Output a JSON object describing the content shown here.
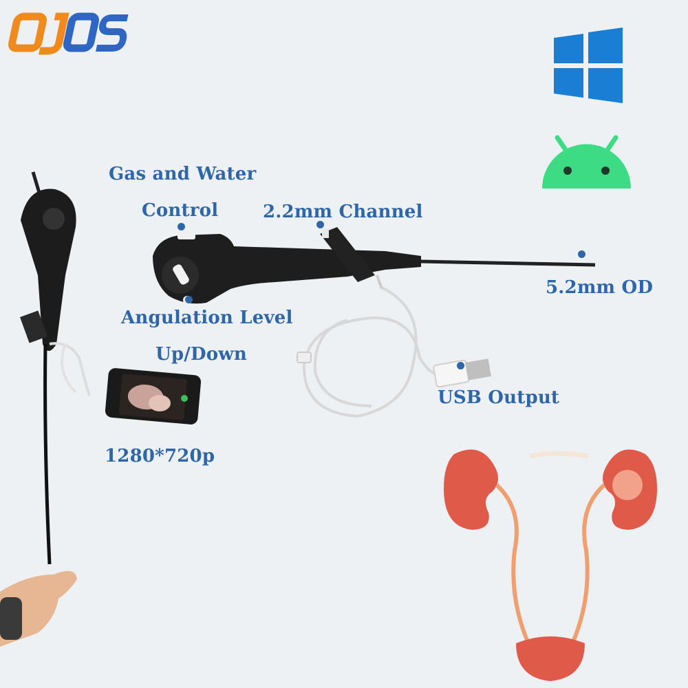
{
  "brand": {
    "logo_text": "OJOS"
  },
  "os_icons": [
    "windows-logo-icon",
    "android-logo-icon"
  ],
  "labels": {
    "gas_water_line1": "Gas and Water",
    "gas_water_line2": "Control",
    "channel": "2.2mm Channel",
    "od": "5.2mm OD",
    "angulation_line1": "Angulation Level",
    "angulation_line2": "Up/Down",
    "usb": "USB Output",
    "resolution": "1280*720p"
  },
  "colors": {
    "label_blue": "#2f66a8",
    "windows_blue": "#1a7fd4",
    "android_green": "#3ddc84",
    "logo_orange": "#f08a1c",
    "logo_blue": "#2f66c4"
  }
}
